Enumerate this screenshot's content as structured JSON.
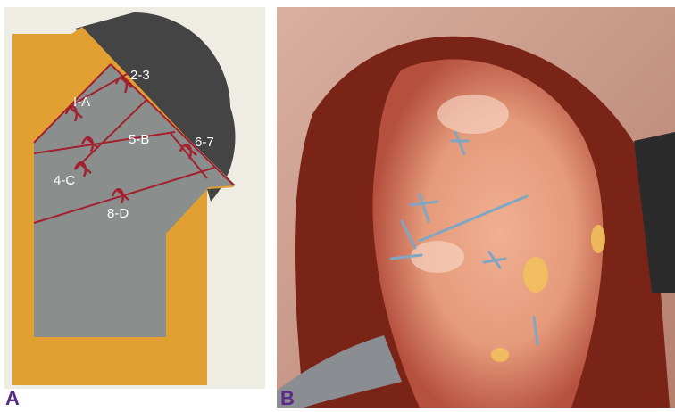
{
  "panels": {
    "a": {
      "letter": "A",
      "labels": {
        "l23": "2-3",
        "l1a": "I-A",
        "l5b": "5-B",
        "l67": "6-7",
        "l4c": "4-C",
        "l8d": "8-D"
      },
      "colors": {
        "background": "#efece4",
        "flap": "#e2a032",
        "skin": "#8a8f8d",
        "disc": "#444444",
        "suture": "#a3202e",
        "label": "#ffffff"
      }
    },
    "b": {
      "letter": "B",
      "description_colors": {
        "tissue": "#e59a7a",
        "sutures": "#7fa7c4",
        "retractor": "#8a8d92"
      }
    }
  }
}
